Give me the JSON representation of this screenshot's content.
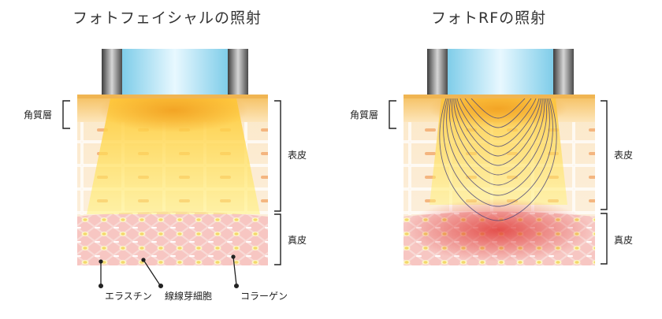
{
  "panels": [
    {
      "title": "フォトフェイシャルの照射",
      "labels": {
        "stratum_corneum": "角質層",
        "epidermis": "表皮",
        "dermis": "真皮"
      }
    },
    {
      "title": "フォトRFの照射",
      "labels": {
        "stratum_corneum": "角質層",
        "epidermis": "表皮",
        "dermis": "真皮"
      }
    }
  ],
  "legend": {
    "elastin": "エラスチン",
    "fibroblast": "線線芽細胞",
    "collagen": "コラーゲン"
  },
  "colors": {
    "light_beam": "#ffd84a",
    "rf_heat": "#e8453a",
    "applicator_glass": "#8fd6f2",
    "electrode": "#6b6b6b",
    "dermis": "#f7c2c0"
  }
}
